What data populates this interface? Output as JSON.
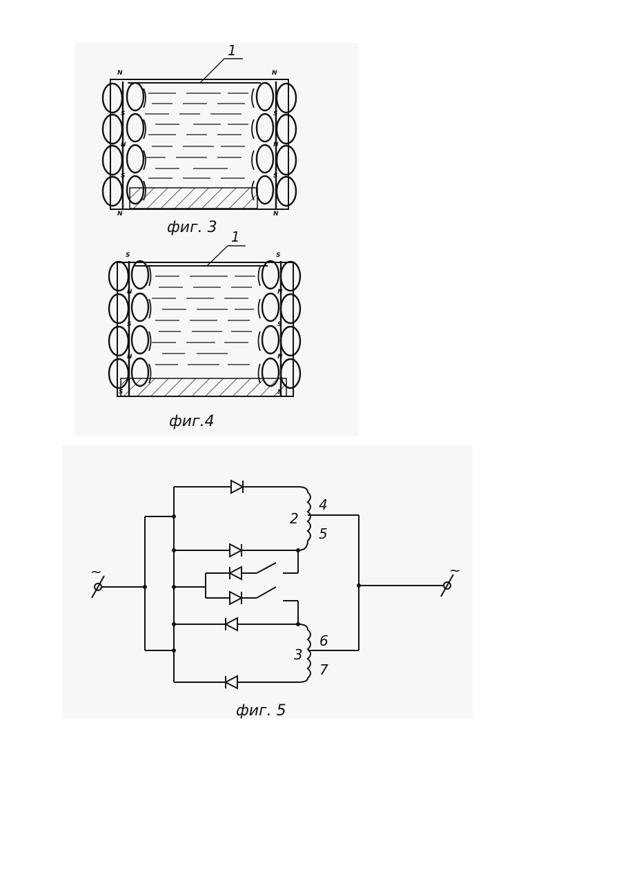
{
  "figures": {
    "fig3": {
      "caption": "фиг. 3",
      "callout": "1",
      "pole_labels_left": [
        "N",
        "S",
        "N",
        "S",
        "N"
      ],
      "pole_labels_right": [
        "N",
        "S",
        "N",
        "S",
        "N"
      ]
    },
    "fig4": {
      "caption": "фиг.4",
      "callout": "1",
      "pole_labels_left": [
        "S",
        "N",
        "S",
        "N",
        "S"
      ],
      "pole_labels_right": [
        "S",
        "N",
        "S",
        "N",
        "S"
      ]
    },
    "fig5": {
      "caption": "фиг. 5",
      "coil_top_label": "2",
      "coil_bottom_label": "3",
      "terminal_labels": [
        "4",
        "5",
        "6",
        "7"
      ],
      "ac_symbol": "~"
    }
  },
  "colors": {
    "ink": "#111111",
    "panel": "#f7f7f7"
  }
}
